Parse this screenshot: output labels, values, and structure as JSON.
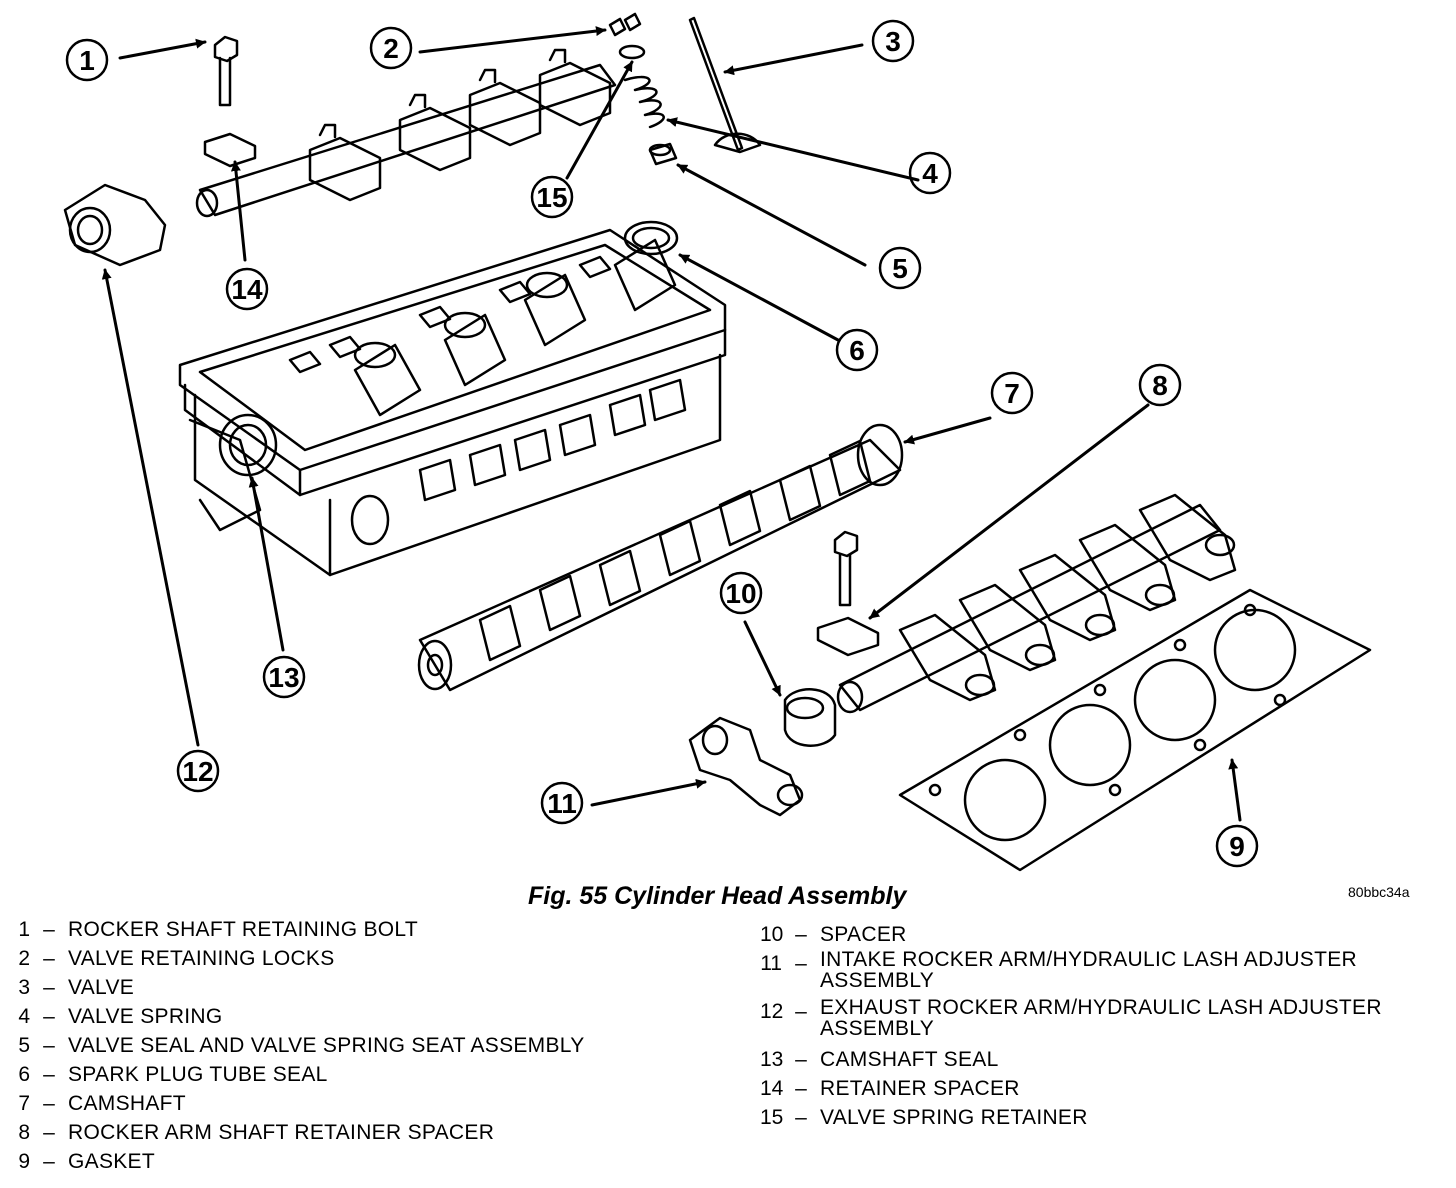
{
  "figure": {
    "caption": "Fig. 55 Cylinder Head Assembly",
    "code": "80bbc34a"
  },
  "callouts": [
    "1",
    "2",
    "3",
    "4",
    "5",
    "6",
    "7",
    "8",
    "9",
    "10",
    "11",
    "12",
    "13",
    "14",
    "15"
  ],
  "legend_left": [
    {
      "num": "1",
      "label": "ROCKER SHAFT RETAINING BOLT"
    },
    {
      "num": "2",
      "label": "VALVE RETAINING LOCKS"
    },
    {
      "num": "3",
      "label": "VALVE"
    },
    {
      "num": "4",
      "label": "VALVE SPRING"
    },
    {
      "num": "5",
      "label": "VALVE SEAL AND VALVE SPRING SEAT ASSEMBLY"
    },
    {
      "num": "6",
      "label": "SPARK PLUG TUBE SEAL"
    },
    {
      "num": "7",
      "label": "CAMSHAFT"
    },
    {
      "num": "8",
      "label": "ROCKER ARM SHAFT RETAINER SPACER"
    },
    {
      "num": "9",
      "label": "GASKET"
    }
  ],
  "legend_right": [
    {
      "num": "10",
      "label": "SPACER"
    },
    {
      "num": "11",
      "label": "INTAKE ROCKER ARM/HYDRAULIC LASH ADJUSTER ASSEMBLY"
    },
    {
      "num": "12",
      "label": "EXHAUST ROCKER ARM/HYDRAULIC LASH ADJUSTER ASSEMBLY"
    },
    {
      "num": "13",
      "label": "CAMSHAFT SEAL"
    },
    {
      "num": "14",
      "label": "RETAINER SPACER"
    },
    {
      "num": "15",
      "label": "VALVE SPRING RETAINER"
    }
  ],
  "dash": "–"
}
